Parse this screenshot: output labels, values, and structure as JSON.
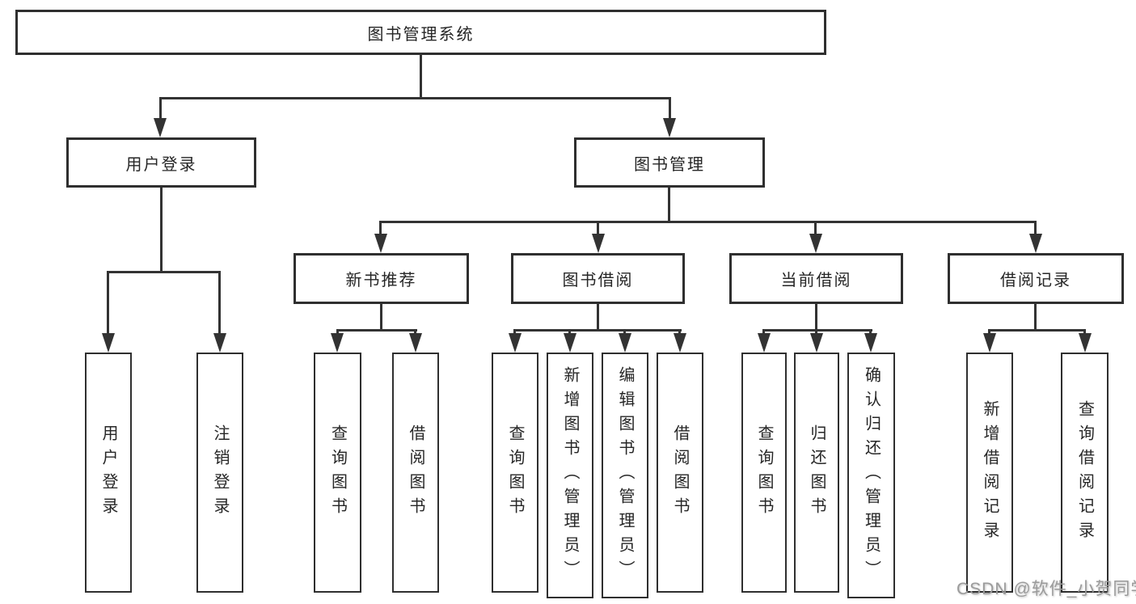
{
  "diagram": {
    "root": {
      "label": "图书管理系统"
    },
    "branches": [
      {
        "label": "用户登录",
        "children": [
          {
            "label": "用户登录"
          },
          {
            "label": "注销登录"
          }
        ]
      },
      {
        "label": "图书管理",
        "children": [
          {
            "label": "新书推荐",
            "children": [
              {
                "label": "查询图书"
              },
              {
                "label": "借阅图书"
              }
            ]
          },
          {
            "label": "图书借阅",
            "children": [
              {
                "label": "查询图书"
              },
              {
                "label": "新增图书（管理员）"
              },
              {
                "label": "编辑图书（管理员）"
              },
              {
                "label": "借阅图书"
              }
            ]
          },
          {
            "label": "当前借阅",
            "children": [
              {
                "label": "查询图书"
              },
              {
                "label": "归还图书"
              },
              {
                "label": "确认归还（管理员）"
              }
            ]
          },
          {
            "label": "借阅记录",
            "children": [
              {
                "label": "新增借阅记录"
              },
              {
                "label": "查询借阅记录"
              }
            ]
          }
        ]
      }
    ]
  },
  "watermark": {
    "text": "CSDN @软件_小贺同学"
  },
  "colors": {
    "line": "#333333",
    "box_border": "#2f2f2f",
    "text": "#262626",
    "watermark": "#9b9b9b",
    "background": "#ffffff"
  }
}
